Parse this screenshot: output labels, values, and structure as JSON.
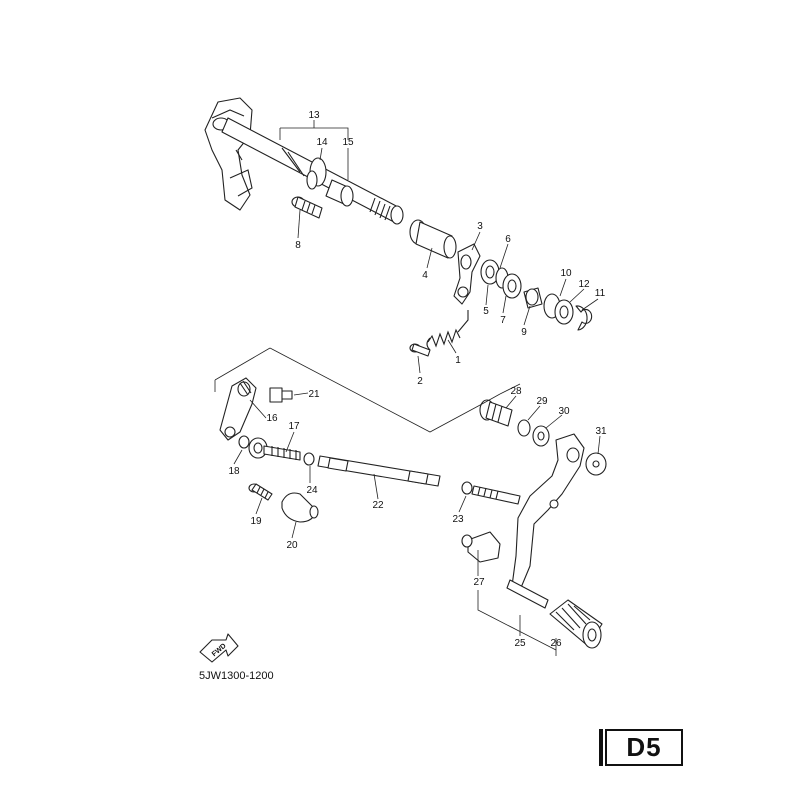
{
  "diagram": {
    "part_labels": {
      "p1": "1",
      "p2": "2",
      "p3": "3",
      "p4": "4",
      "p5": "5",
      "p6": "6",
      "p7": "7",
      "p8": "8",
      "p9": "9",
      "p10": "10",
      "p11": "11",
      "p12": "12",
      "p13": "13",
      "p14": "14",
      "p15": "15",
      "p16": "16",
      "p17": "17",
      "p18": "18",
      "p19": "19",
      "p20": "20",
      "p21": "21",
      "p22": "22",
      "p23": "23",
      "p24": "24",
      "p25": "25",
      "p26": "26",
      "p27": "27",
      "p28": "28",
      "p29": "29",
      "p30": "30",
      "p31": "31"
    },
    "fwd_label": "FWD",
    "drawing_code": "5JW1300-1200",
    "page_code": "D5"
  },
  "colors": {
    "line": "#222222",
    "background": "#ffffff"
  },
  "icons": {
    "fwd_arrow": "fwd-arrow-icon"
  }
}
